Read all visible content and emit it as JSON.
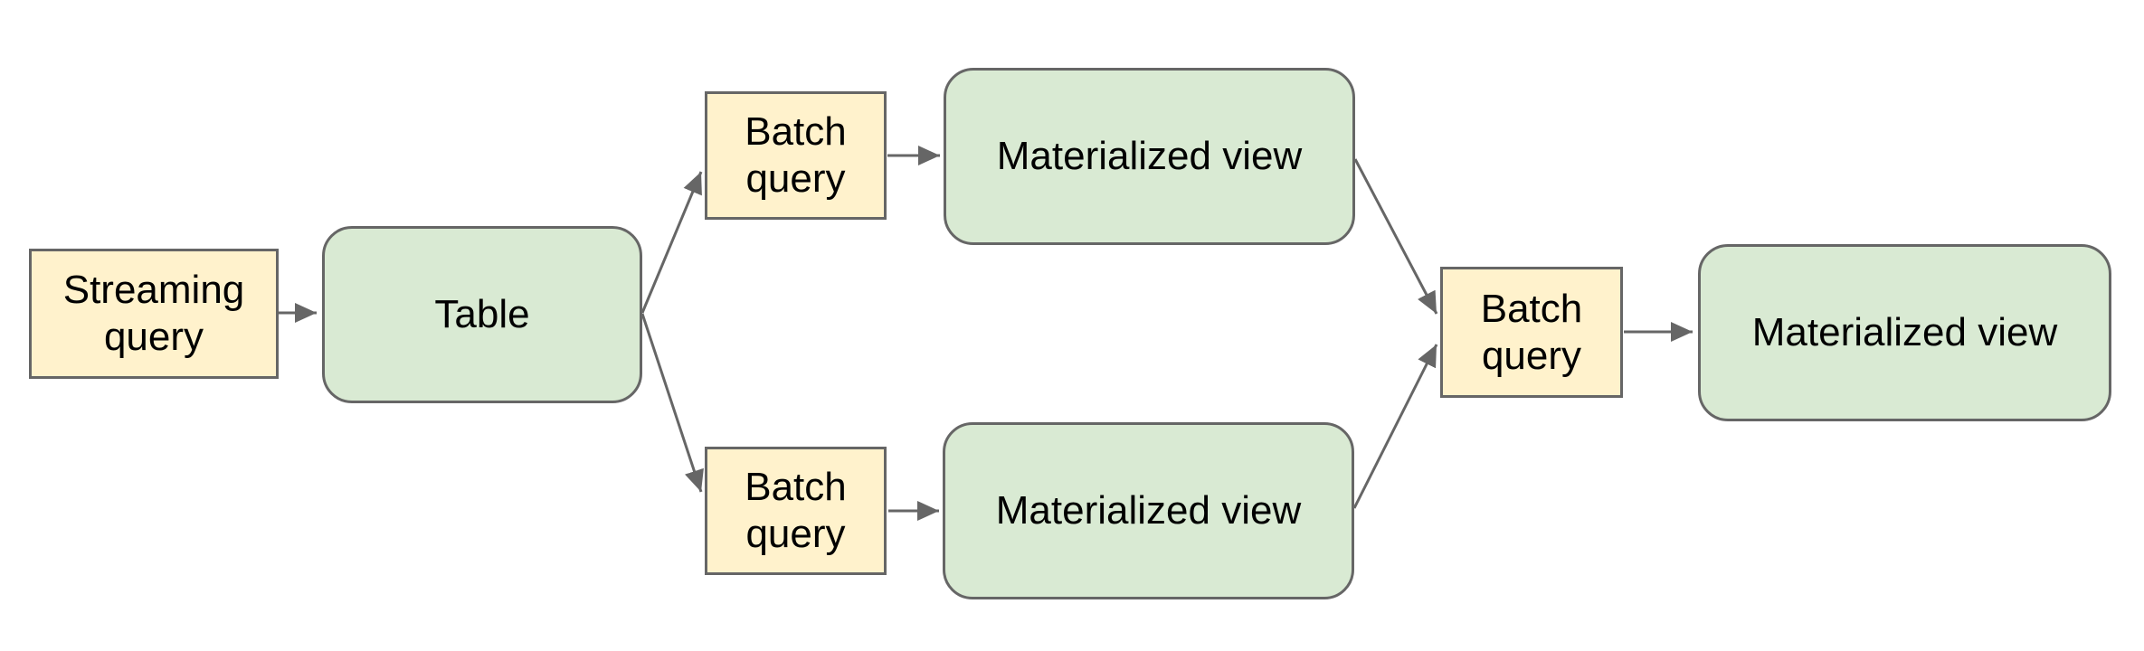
{
  "diagram": {
    "nodes": [
      {
        "id": "streaming-query",
        "label": "Streaming query",
        "type": "query"
      },
      {
        "id": "table",
        "label": "Table",
        "type": "table"
      },
      {
        "id": "batch-query-top",
        "label": "Batch query",
        "type": "query"
      },
      {
        "id": "materialized-view-top",
        "label": "Materialized view",
        "type": "view"
      },
      {
        "id": "batch-query-bottom",
        "label": "Batch query",
        "type": "query"
      },
      {
        "id": "materialized-view-bottom",
        "label": "Materialized view",
        "type": "view"
      },
      {
        "id": "batch-query-right",
        "label": "Batch query",
        "type": "query"
      },
      {
        "id": "materialized-view-final",
        "label": "Materialized view",
        "type": "view"
      }
    ],
    "edges": [
      {
        "from": "streaming-query",
        "to": "table"
      },
      {
        "from": "table",
        "to": "batch-query-top"
      },
      {
        "from": "table",
        "to": "batch-query-bottom"
      },
      {
        "from": "batch-query-top",
        "to": "materialized-view-top"
      },
      {
        "from": "batch-query-bottom",
        "to": "materialized-view-bottom"
      },
      {
        "from": "materialized-view-top",
        "to": "batch-query-right"
      },
      {
        "from": "materialized-view-bottom",
        "to": "batch-query-right"
      },
      {
        "from": "batch-query-right",
        "to": "materialized-view-final"
      }
    ],
    "colors": {
      "query_fill": "#fff2cc",
      "view_fill": "#d9ead3",
      "border": "#666666",
      "arrow": "#666666",
      "text": "#000000",
      "background": "#ffffff"
    }
  }
}
